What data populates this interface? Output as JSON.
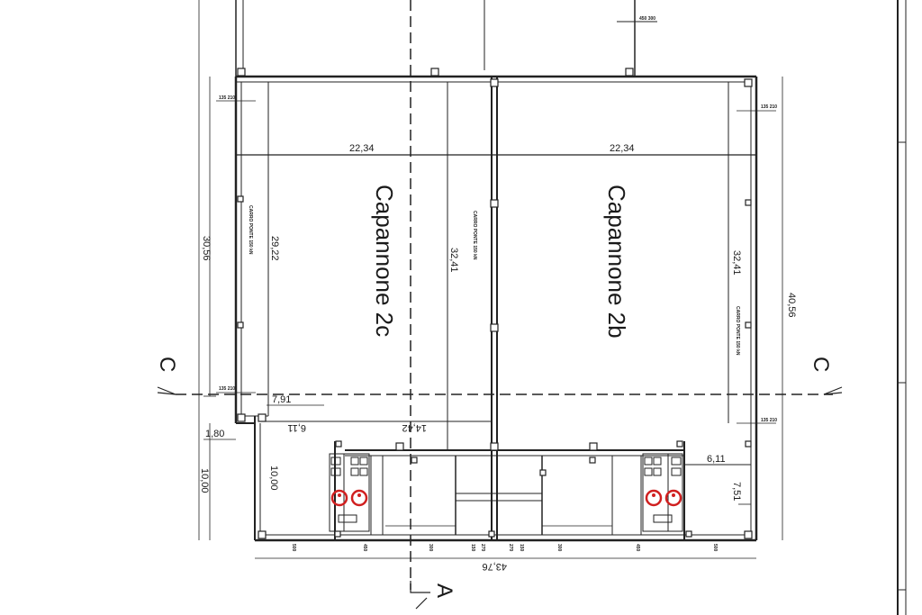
{
  "rooms": {
    "left": "Capannone 2c",
    "right": "Capannone 2b"
  },
  "crane_notes": {
    "left": "CARRO PONTE 150 kN",
    "center": "CARRO PONTE 150 kN",
    "right": "CARRO PONTE 150 kN"
  },
  "dimensions": {
    "width_left": "22,34",
    "width_right": "22,34",
    "total_width": "43,76",
    "total_height_right": "40,56",
    "height_left": "30,56",
    "inner_left": "29,22",
    "inner_center": "32,41",
    "inner_right": "32,41",
    "offset_top": "7,91",
    "offset_left": "1,80",
    "low_left_outer": "10,00",
    "low_left_inner": "10,00",
    "low_mid_a": "6,11",
    "low_mid_b": "14,42",
    "low_right_a": "6,11",
    "low_right_b": "7,51"
  },
  "section_marks": {
    "c_left": "C",
    "c_right": "C",
    "a_bottom": "A"
  },
  "small_labels": {
    "tl": "135 210",
    "ml": "135 210",
    "tr": "135 210",
    "mr": "135 210",
    "top": "450 300"
  },
  "door_labels": [
    "500",
    "450",
    "300",
    "150",
    "270",
    "270",
    "150",
    "300",
    "450",
    "500"
  ]
}
